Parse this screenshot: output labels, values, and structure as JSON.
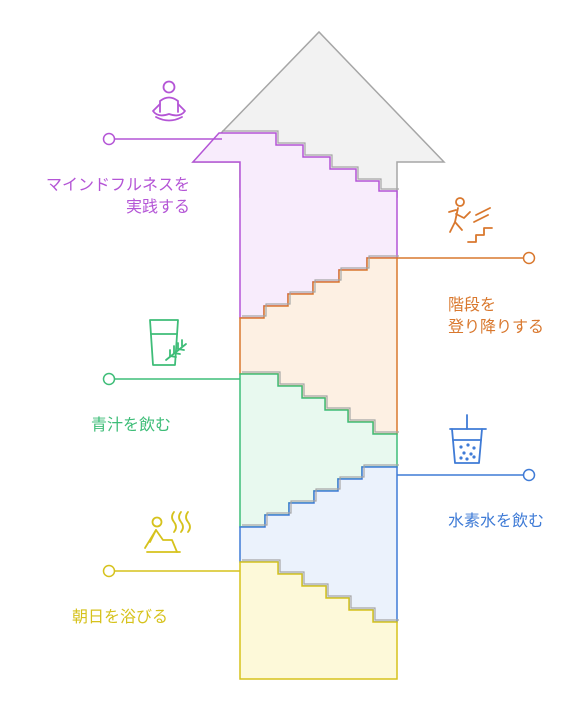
{
  "steps": [
    {
      "label_lines": [
        "マインドフルネスを",
        "実践する"
      ],
      "color": "#b455d6",
      "fill": "#f8ecfc",
      "icon": "meditation-icon"
    },
    {
      "label_lines": [
        "階段を",
        "登り降りする"
      ],
      "color": "#d9782e",
      "fill": "#fdf0e3",
      "icon": "stairs-climbing-icon"
    },
    {
      "label_lines": [
        "青汁を飲む"
      ],
      "color": "#3ebd78",
      "fill": "#e8f9ef",
      "icon": "green-juice-glass-icon"
    },
    {
      "label_lines": [
        "水素水を飲む"
      ],
      "color": "#3f7bd6",
      "fill": "#ebf2fc",
      "icon": "bubble-drink-icon"
    },
    {
      "label_lines": [
        "朝日を浴びる"
      ],
      "color": "#d6c21c",
      "fill": "#fdf9d9",
      "icon": "sunbathing-icon"
    }
  ],
  "arrow": {
    "stroke": "#a6a6a6",
    "fill": "#f2f2f2",
    "icon": "up-arrow-icon"
  }
}
